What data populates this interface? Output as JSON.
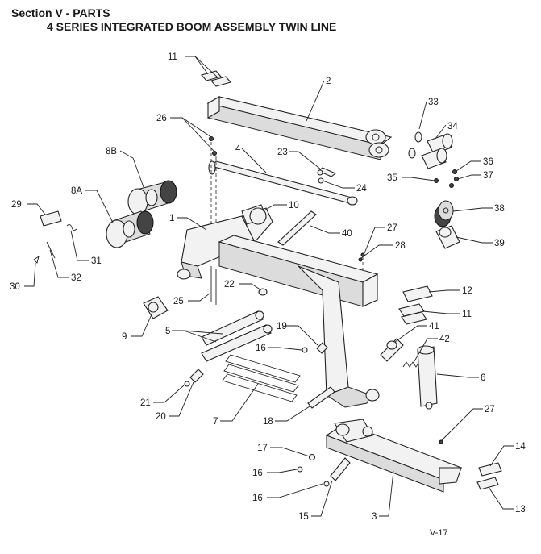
{
  "header": {
    "section": "Section V - PARTS",
    "title": "4 SERIES INTEGRATED BOOM ASSEMBLY TWIN LINE"
  },
  "page_number": "V-17",
  "callouts": [
    {
      "id": "c11a",
      "label": "11"
    },
    {
      "id": "c2",
      "label": "2"
    },
    {
      "id": "c33",
      "label": "33"
    },
    {
      "id": "c34",
      "label": "34"
    },
    {
      "id": "c26",
      "label": "26"
    },
    {
      "id": "c8b",
      "label": "8B"
    },
    {
      "id": "c4",
      "label": "4"
    },
    {
      "id": "c23",
      "label": "23"
    },
    {
      "id": "c36",
      "label": "36"
    },
    {
      "id": "c35",
      "label": "35"
    },
    {
      "id": "c37",
      "label": "37"
    },
    {
      "id": "c24",
      "label": "24"
    },
    {
      "id": "c8a",
      "label": "8A"
    },
    {
      "id": "c29",
      "label": "29"
    },
    {
      "id": "c10",
      "label": "10"
    },
    {
      "id": "c38",
      "label": "38"
    },
    {
      "id": "c1",
      "label": "1"
    },
    {
      "id": "c27a",
      "label": "27"
    },
    {
      "id": "c40",
      "label": "40"
    },
    {
      "id": "c39",
      "label": "39"
    },
    {
      "id": "c28",
      "label": "28"
    },
    {
      "id": "c31",
      "label": "31"
    },
    {
      "id": "c30",
      "label": "30"
    },
    {
      "id": "c32",
      "label": "32"
    },
    {
      "id": "c22",
      "label": "22"
    },
    {
      "id": "c12",
      "label": "12"
    },
    {
      "id": "c25",
      "label": "25"
    },
    {
      "id": "c11b",
      "label": "11"
    },
    {
      "id": "c9",
      "label": "9"
    },
    {
      "id": "c19",
      "label": "19"
    },
    {
      "id": "c41",
      "label": "41"
    },
    {
      "id": "c5",
      "label": "5"
    },
    {
      "id": "c42",
      "label": "42"
    },
    {
      "id": "c16a",
      "label": "16"
    },
    {
      "id": "c6",
      "label": "6"
    },
    {
      "id": "c21",
      "label": "21"
    },
    {
      "id": "c27b",
      "label": "27"
    },
    {
      "id": "c20",
      "label": "20"
    },
    {
      "id": "c7",
      "label": "7"
    },
    {
      "id": "c18",
      "label": "18"
    },
    {
      "id": "c17",
      "label": "17"
    },
    {
      "id": "c14",
      "label": "14"
    },
    {
      "id": "c16b",
      "label": "16"
    },
    {
      "id": "c16c",
      "label": "16"
    },
    {
      "id": "c13",
      "label": "13"
    },
    {
      "id": "c15",
      "label": "15"
    },
    {
      "id": "c3",
      "label": "3"
    }
  ]
}
